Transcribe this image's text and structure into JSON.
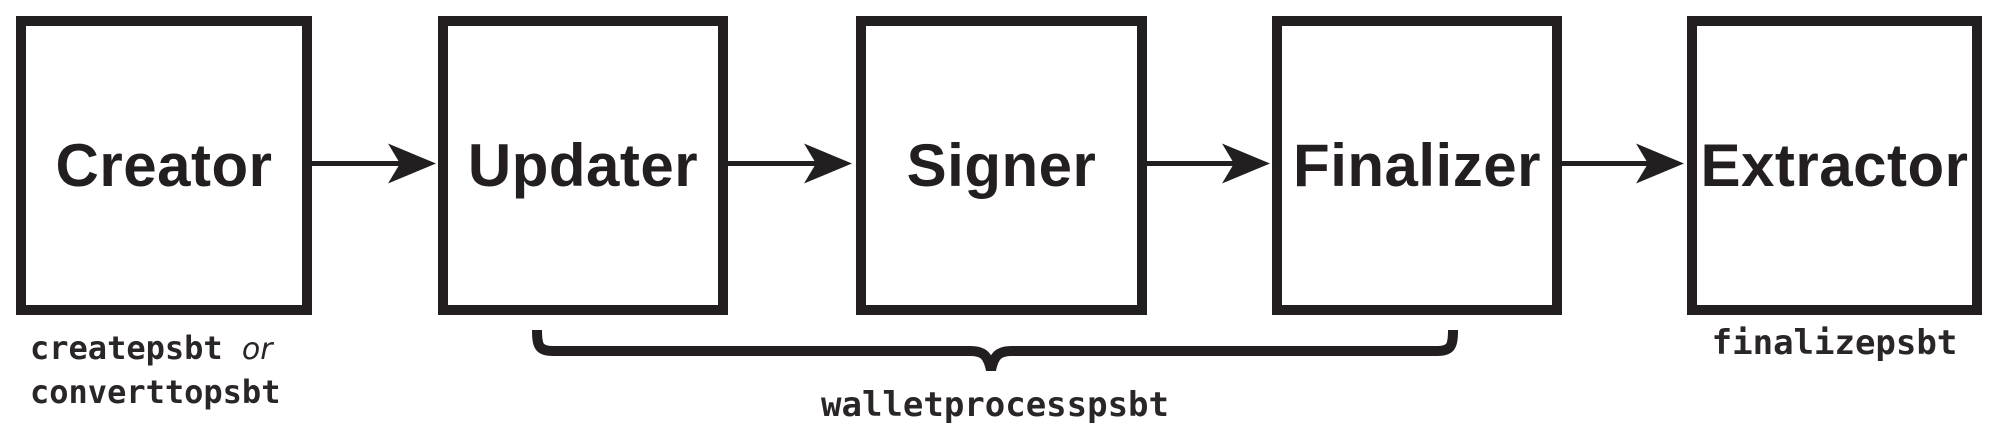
{
  "diagram": {
    "stages": [
      {
        "label": "Creator"
      },
      {
        "label": "Updater"
      },
      {
        "label": "Signer"
      },
      {
        "label": "Finalizer"
      },
      {
        "label": "Extractor"
      }
    ],
    "captions": {
      "creator_command_1": "createpsbt",
      "creator_conjunction": "or",
      "creator_command_2": "converttopsbt",
      "wallet_process_command": "walletprocesspsbt",
      "finalize_command": "finalizepsbt"
    },
    "colors": {
      "ink": "#231f20",
      "background": "#ffffff"
    }
  }
}
